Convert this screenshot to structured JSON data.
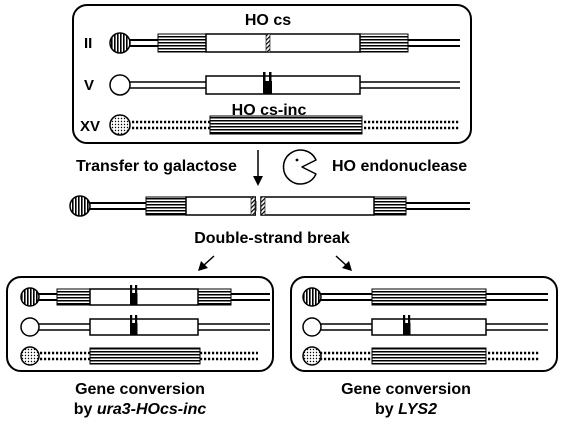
{
  "top_panel": {
    "chromosome_labels": [
      "II",
      "V",
      "XV"
    ],
    "site_label_top": "HO cs",
    "site_label_bottom": "HO cs-inc"
  },
  "transfer_label": "Transfer to galactose",
  "enzyme_label": "HO endonuclease",
  "break_label": "Double-strand break",
  "outcome_left": {
    "line1": "Gene conversion",
    "line2_prefix": "by ",
    "line2_gene": "ura3-HOcs-inc"
  },
  "outcome_right": {
    "line1": "Gene conversion",
    "line2_prefix": "by ",
    "line2_gene": "LYS2"
  }
}
